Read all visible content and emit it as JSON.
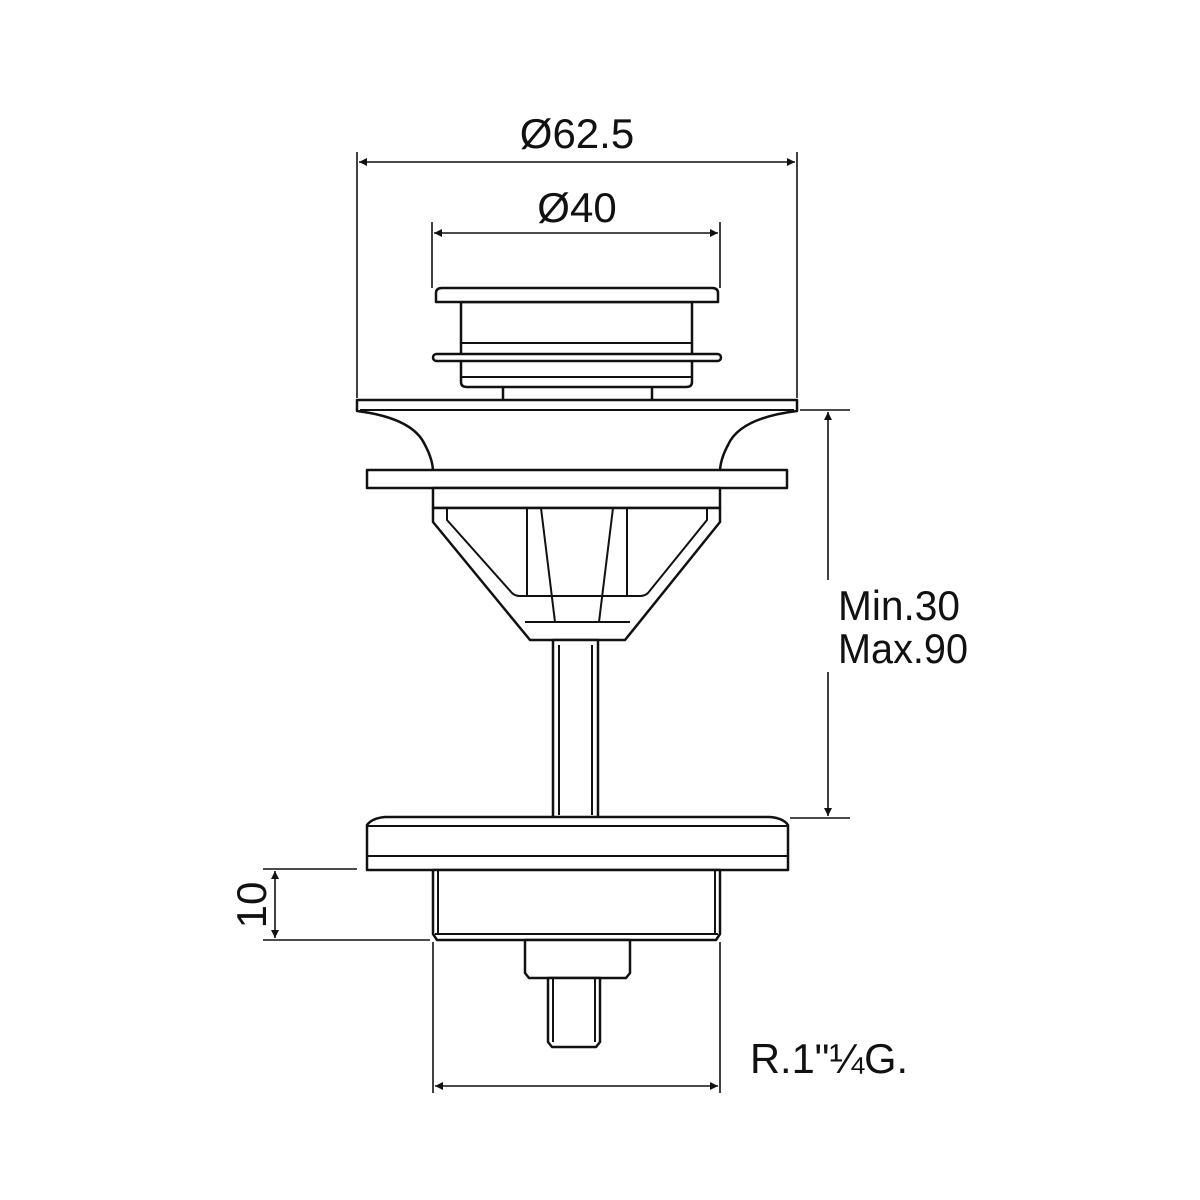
{
  "dimensions": {
    "outer_diameter": "Ø62.5",
    "inner_diameter": "Ø40",
    "min_thickness": "Min.30",
    "max_thickness": "Max.90",
    "thread_length": "10",
    "thread_spec": "R.1\"¼G."
  },
  "colors": {
    "line": "#111111",
    "background": "#ffffff"
  }
}
